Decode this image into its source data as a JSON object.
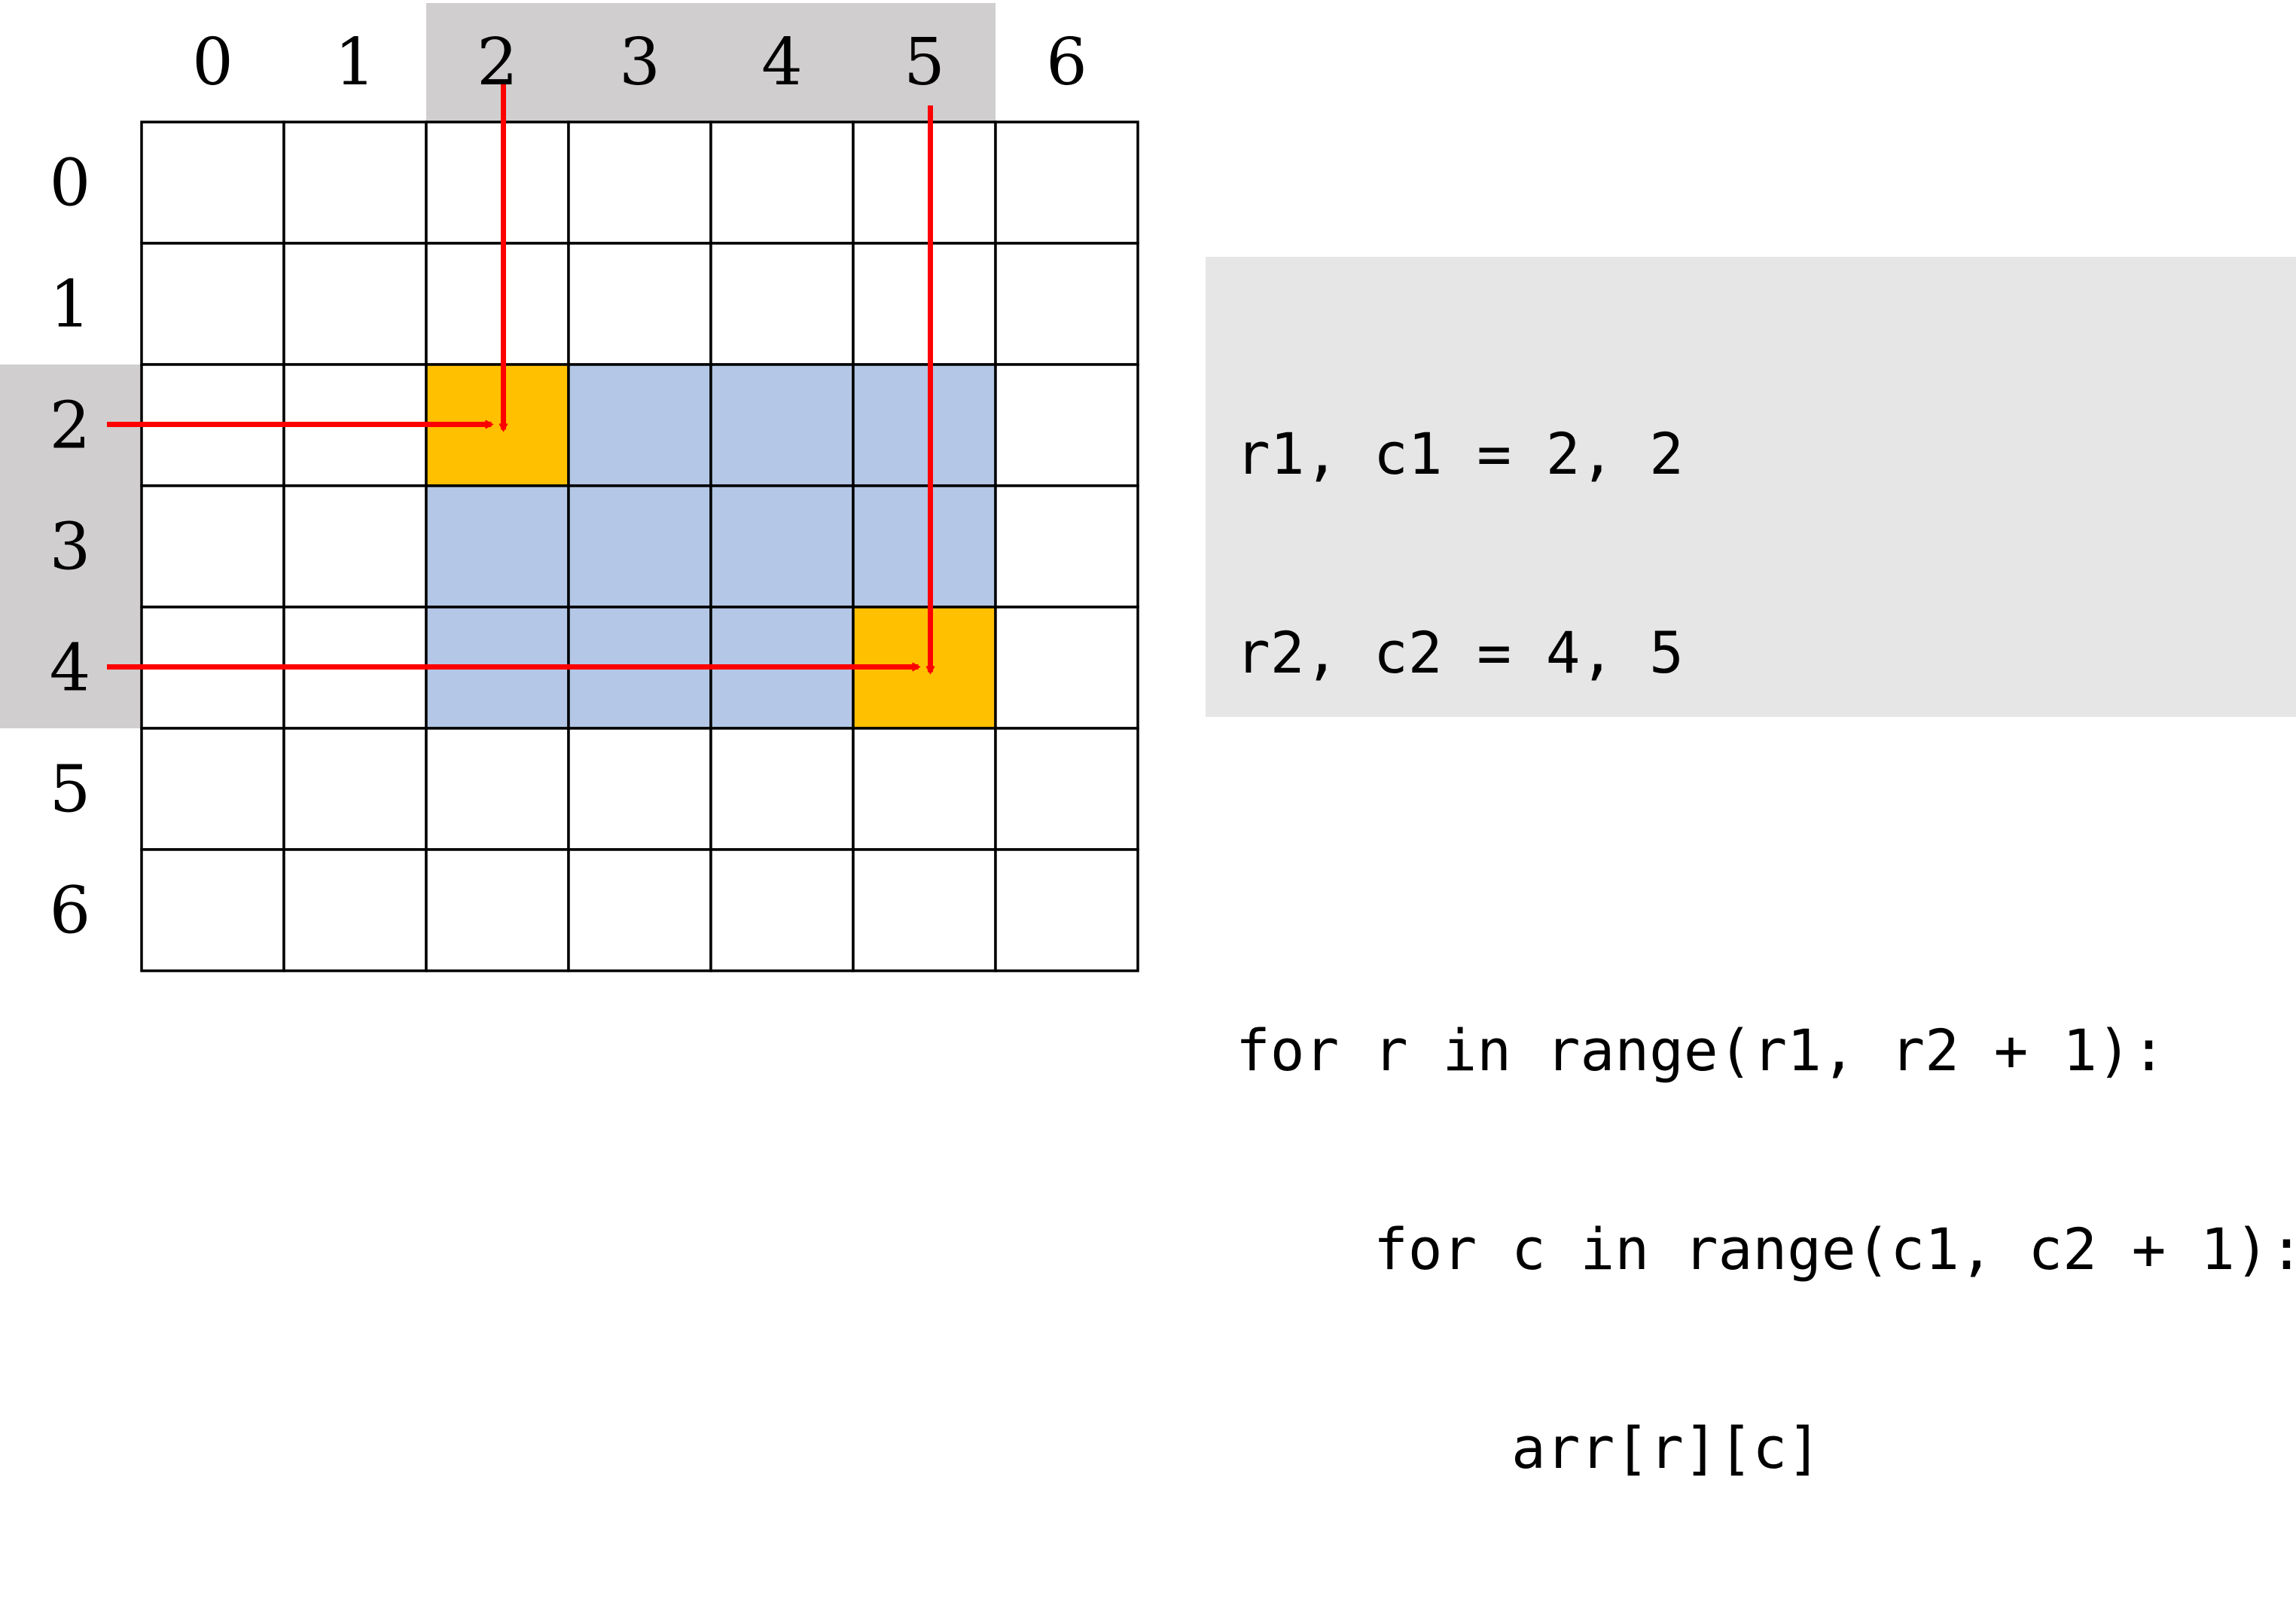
{
  "grid": {
    "column_labels": [
      "0",
      "1",
      "2",
      "3",
      "4",
      "5",
      "6"
    ],
    "row_labels": [
      "0",
      "1",
      "2",
      "3",
      "4",
      "5",
      "6"
    ],
    "highlighted_rows": [
      2,
      3,
      4
    ],
    "highlighted_columns": [
      2,
      3,
      4,
      5
    ],
    "selected_range": {
      "row_start": 2,
      "row_end": 4,
      "col_start": 2,
      "col_end": 5
    },
    "corner_cells": [
      {
        "row": 2,
        "col": 2
      },
      {
        "row": 4,
        "col": 5
      }
    ],
    "colors": {
      "grid_line": "#000000",
      "header_band": "#d0cece",
      "range_fill": "#b4c7e7",
      "corner_fill": "#ffc000",
      "arrow": "#ff0000"
    }
  },
  "arrows": [
    {
      "name": "arrow-col-2",
      "points_to": {
        "row": 2,
        "col": 2
      },
      "from": "column-header"
    },
    {
      "name": "arrow-row-2",
      "points_to": {
        "row": 2,
        "col": 2
      },
      "from": "row-header"
    },
    {
      "name": "arrow-col-5",
      "points_to": {
        "row": 4,
        "col": 5
      },
      "from": "column-header"
    },
    {
      "name": "arrow-row-4",
      "points_to": {
        "row": 4,
        "col": 5
      },
      "from": "row-header"
    }
  ],
  "code": {
    "lines": [
      "r1, c1 = 2, 2",
      "r2, c2 = 4, 5",
      "",
      "for r in range(r1, r2 + 1):",
      "    for c in range(c1, c2 + 1):",
      "        arr[r][c]"
    ],
    "panel_color": "#e6e6e6"
  }
}
